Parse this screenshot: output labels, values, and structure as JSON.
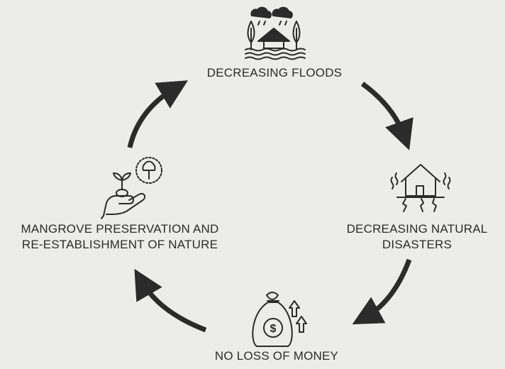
{
  "nodes": [
    {
      "id": "floods",
      "lines": [
        "DECREASING FLOODS"
      ],
      "icon": "flooded-house-rain-icon"
    },
    {
      "id": "disasters",
      "lines": [
        "DECREASING NATURAL",
        "DISASTERS"
      ],
      "icon": "house-earthquake-icon"
    },
    {
      "id": "money",
      "lines": [
        "NO LOSS OF MONEY"
      ],
      "icon": "money-bag-arrows-icon"
    },
    {
      "id": "mangrove",
      "lines": [
        "MANGROVE PRESERVATION AND",
        "RE-ESTABLISHMENT OF NATURE"
      ],
      "icon": "hand-sprout-tree-icon"
    }
  ],
  "arrows": [
    {
      "from": "floods",
      "to": "disasters",
      "icon": "curved-arrow-icon"
    },
    {
      "from": "disasters",
      "to": "money",
      "icon": "curved-arrow-icon"
    },
    {
      "from": "money",
      "to": "mangrove",
      "icon": "curved-arrow-icon"
    },
    {
      "from": "mangrove",
      "to": "floods",
      "icon": "curved-arrow-icon"
    }
  ],
  "colors": {
    "background": "#ececea",
    "ink": "#2b2b2b"
  }
}
